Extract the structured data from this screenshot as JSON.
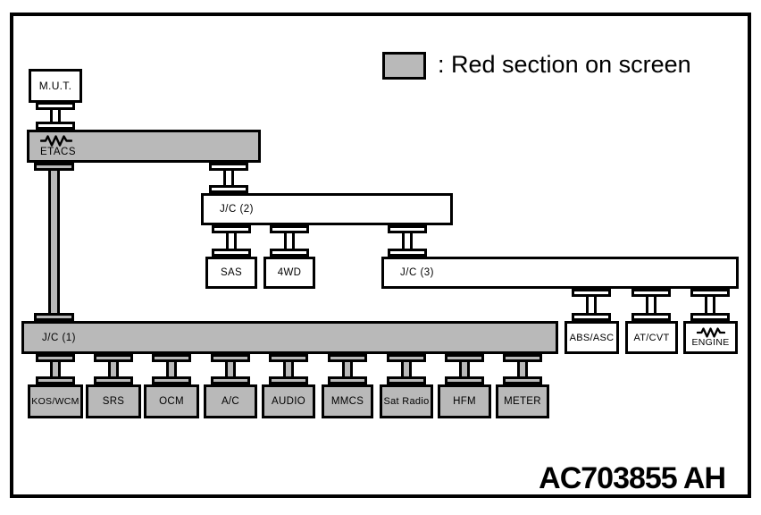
{
  "figure_code": "AC703855 AH",
  "legend": {
    "text": ": Red section on screen"
  },
  "colors": {
    "highlight": "#b9b9b9",
    "line": "#000000",
    "background": "#ffffff"
  },
  "labels": {
    "mut": "M.U.T.",
    "etacs": "ETACS",
    "jc1": "J/C (1)",
    "jc2": "J/C (2)",
    "jc3": "J/C (3)",
    "sas": "SAS",
    "fourwd": "4WD",
    "abs_asc": "ABS/ASC",
    "at_cvt": "AT/CVT",
    "engine": "ENGINE",
    "kos_wcm": "KOS/WCM",
    "srs": "SRS",
    "ocm": "OCM",
    "ac": "A/C",
    "audio": "AUDIO",
    "mmcs": "MMCS",
    "sat_radio": "Sat Radio",
    "hfm": "HFM",
    "meter": "METER"
  }
}
